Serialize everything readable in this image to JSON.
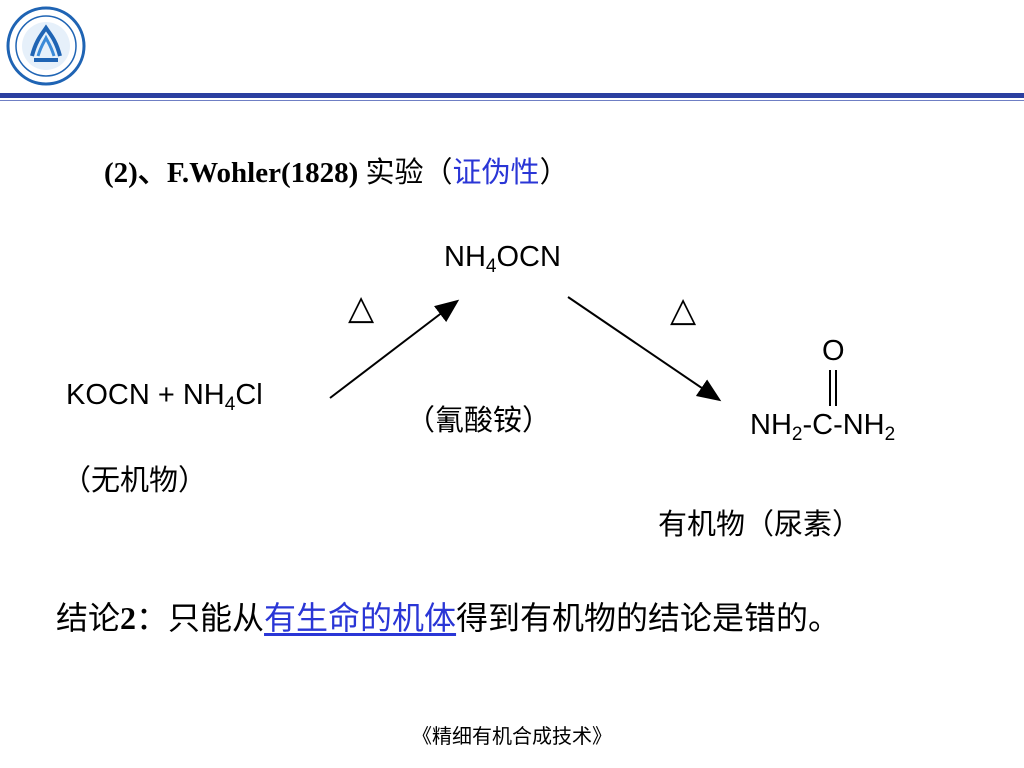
{
  "heading": {
    "prefix": "(2)、F.Wohler(1828) ",
    "experiment": "实验",
    "open_paren": "（",
    "blue_text": "证伪性",
    "close_paren": "）"
  },
  "reaction": {
    "reactant_a": "KOCN + NH",
    "reactant_sub": "4",
    "reactant_b": "Cl",
    "reactant_label": "（无机物）",
    "intermediate_a": "NH",
    "intermediate_sub": "4",
    "intermediate_b": "OCN",
    "intermediate_label": "（氰酸铵）",
    "heat_symbol_left": "△",
    "heat_symbol_right": "△",
    "product_oxygen": "O",
    "product_a": "NH",
    "product_sub1": "2",
    "product_b": "-C-NH",
    "product_sub2": "2",
    "product_label": "有机物（尿素）"
  },
  "conclusion": {
    "lead": "结论",
    "number": "2",
    "colon_text": "：只能从",
    "link_text": "有生命的机体",
    "rest": "得到有机物的结论是错的。"
  },
  "footer": {
    "text": "《精细有机合成技术》"
  },
  "colors": {
    "accent_blue": "#2a36d6",
    "rule_blue": "#2b3fa0"
  }
}
